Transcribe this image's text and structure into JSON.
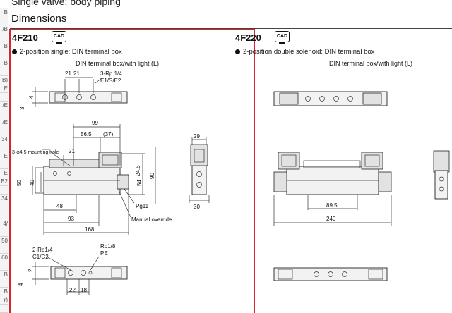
{
  "page": {
    "top_text": "Single valve; body piping",
    "heading": "Dimensions"
  },
  "left_rail": [
    "B",
    "/B",
    "B",
    "B",
    "B)",
    "E",
    "/E",
    "/E",
    "34",
    "E",
    "E",
    "B2",
    "34",
    "4/",
    "50",
    "60",
    "B",
    "B",
    "r)"
  ],
  "left_panel": {
    "model": "4F210",
    "cad_label": "CAD",
    "bullet": "2-position single: DIN terminal box",
    "subtitle": "DIN terminal box/with light (L)",
    "labels": {
      "d21a": "21",
      "d21b": "21",
      "port_top": "3-Rp 1/4",
      "port_top_names": "E1/S/E2",
      "d4": "4",
      "d3": "3",
      "d99": "99",
      "d565": "56.5",
      "d37": "(37)",
      "mounting": "3-φ4.5 mounting hole",
      "d21c": "21",
      "d245": "24.5",
      "d54": "54",
      "d90": "90",
      "d50": "50",
      "d40": "40",
      "d48": "48",
      "d93": "93",
      "d168": "168",
      "pg11": "Pg11",
      "override": "Manual override",
      "d29": "29",
      "d30": "30",
      "port_bot": "2-Rp1/4",
      "port_bot_names": "C1/C2",
      "port_pilot": "Rp1/8",
      "port_pilot_name": "PE",
      "d2": "2",
      "d4b": "4",
      "d22": "22",
      "d18": "18"
    }
  },
  "right_panel": {
    "model": "4F220",
    "cad_label": "CAD",
    "bullet": "2-position double solenoid: DIN terminal box",
    "subtitle": "DIN terminal box/with light (L)",
    "labels": {
      "d895": "89.5",
      "d240": "240"
    }
  }
}
